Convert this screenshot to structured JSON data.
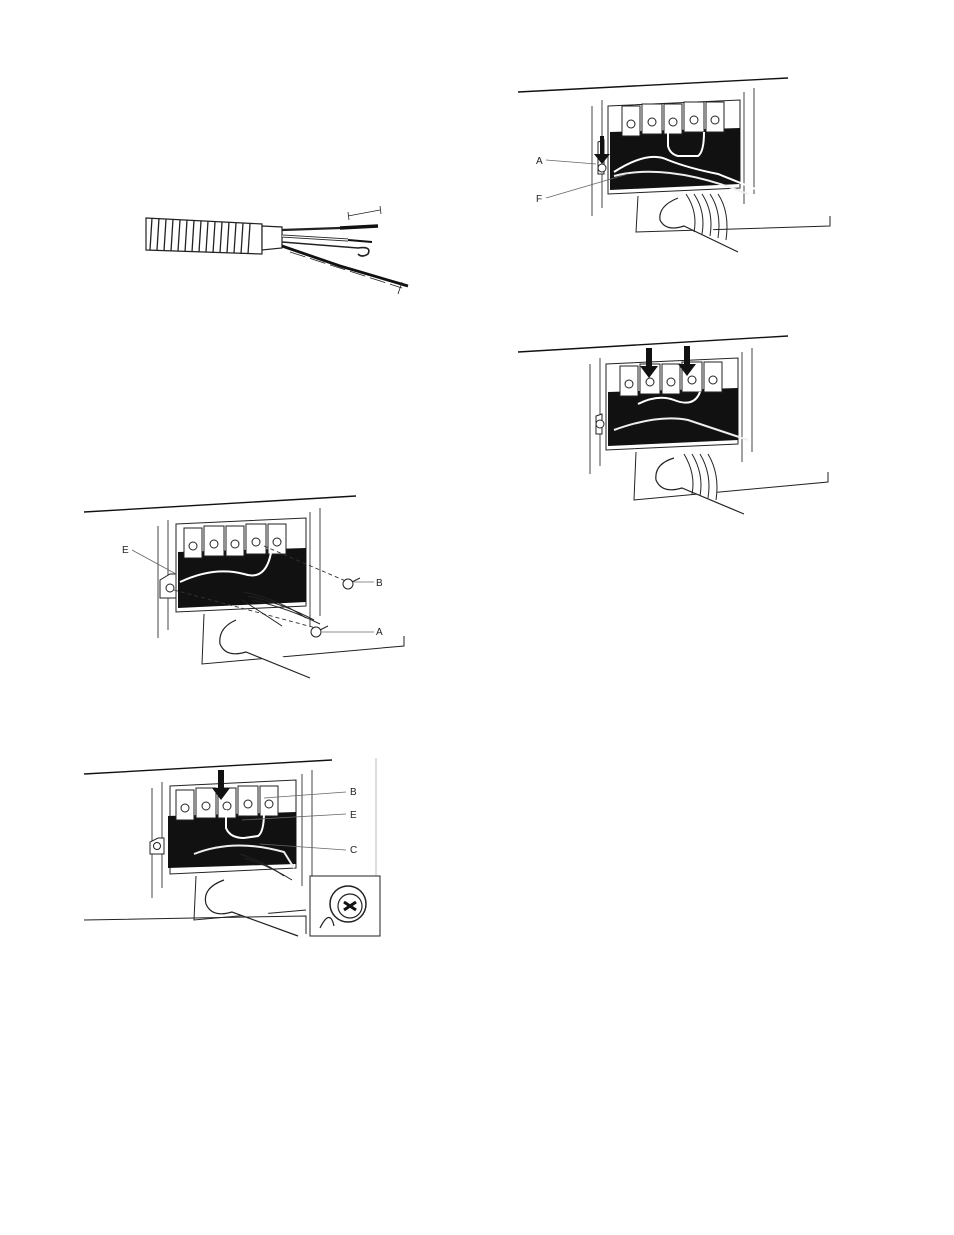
{
  "figures": [
    {
      "id": "cable-strip",
      "labels": []
    },
    {
      "id": "terminal-block-top-right",
      "labels": [
        "A",
        "F"
      ]
    },
    {
      "id": "terminal-block-mid-right",
      "labels": []
    },
    {
      "id": "terminal-block-left-exploded",
      "labels": [
        "E",
        "B",
        "A"
      ]
    },
    {
      "id": "terminal-block-left-bottom",
      "labels": [
        "B",
        "E",
        "C"
      ]
    }
  ]
}
